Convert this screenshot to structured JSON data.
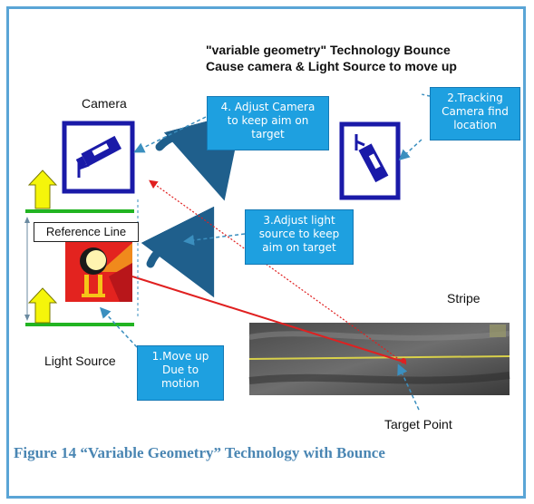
{
  "header": {
    "line1": "\"variable geometry\" Technology Bounce",
    "line2": "Cause camera  & Light Source to move up"
  },
  "labels": {
    "camera": "Camera",
    "light_source": "Light Source",
    "stripe": "Stripe",
    "target_point": "Target Point",
    "reference_line": "Reference Line"
  },
  "callouts": {
    "adjust_camera": "4. Adjust Camera\nto keep aim on\ntarget",
    "tracking_camera": "2.Tracking\nCamera find\nlocation",
    "adjust_light": "3.Adjust light\nsource  to keep\naim on target",
    "move_up": "1.Move up\nDue to\nmotion"
  },
  "caption": "Figure 14  “Variable Geometry” Technology with Bounce",
  "colors": {
    "frame": "#5aa5d6",
    "callout_fill": "#1ea0e0",
    "camera_blue": "#1a1aa8",
    "arrow_yellow": "#f5f50a",
    "green_line": "#22b422",
    "laser_red": "#e02020",
    "curve_arrow": "#1f5f8c"
  }
}
